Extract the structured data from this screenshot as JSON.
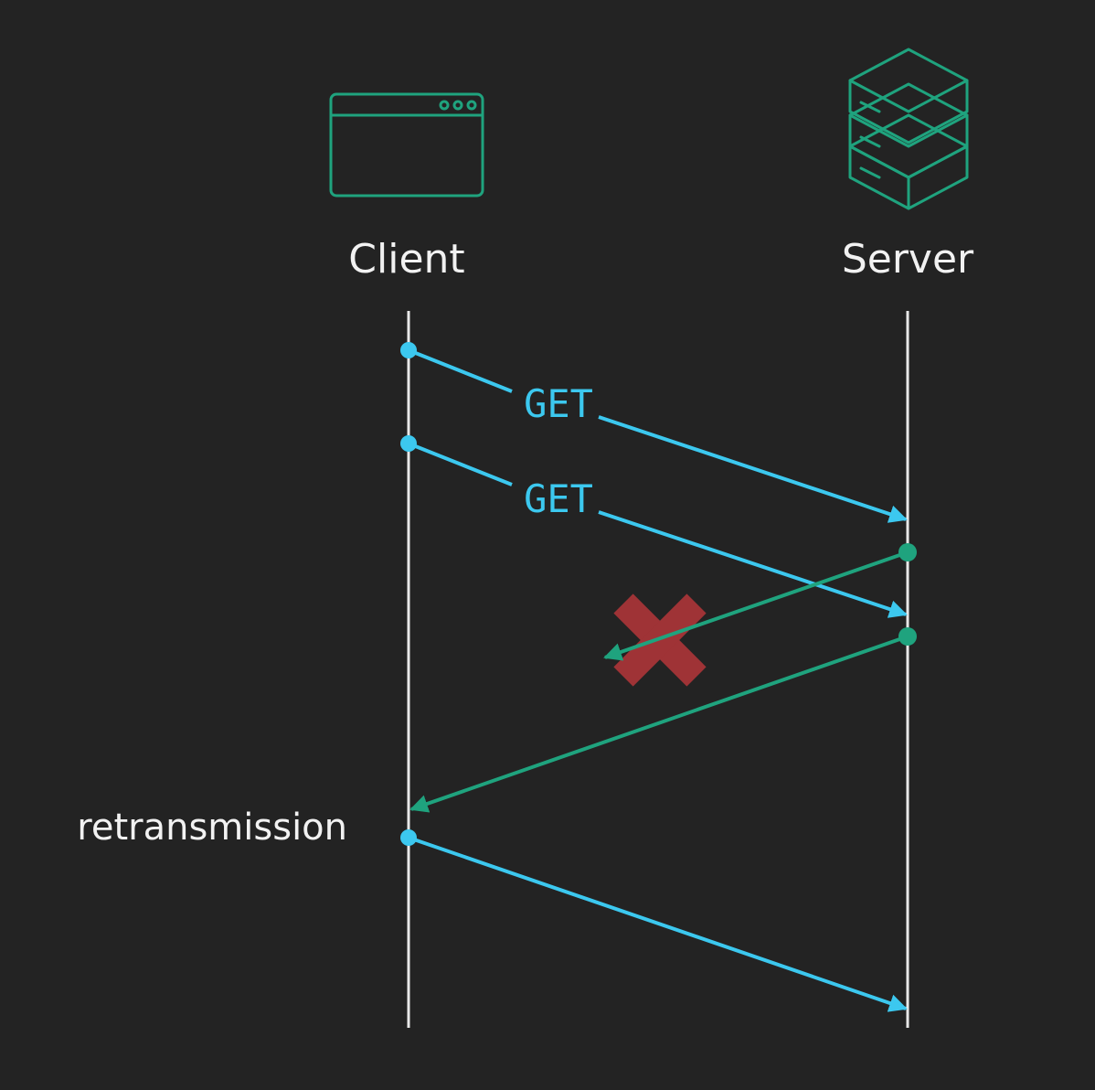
{
  "actors": {
    "client": {
      "label": "Client",
      "icon": "browser-window-icon"
    },
    "server": {
      "label": "Server",
      "icon": "server-stack-icon"
    }
  },
  "messages": [
    {
      "id": "get-1",
      "label": "GET",
      "direction": "client-to-server",
      "status": "delivered"
    },
    {
      "id": "get-2",
      "label": "GET",
      "direction": "client-to-server",
      "status": "delivered"
    },
    {
      "id": "response-1",
      "label": "",
      "direction": "server-to-client",
      "status": "lost"
    },
    {
      "id": "response-2",
      "label": "",
      "direction": "server-to-client",
      "status": "delivered"
    },
    {
      "id": "retransmit",
      "label": "",
      "direction": "client-to-server",
      "status": "delivered"
    }
  ],
  "annotations": {
    "retransmission": "retransmission",
    "lost_marker_icon": "x-cross-icon"
  },
  "colors": {
    "background": "#232323",
    "request": "#3cc8ef",
    "response": "#1fa37e",
    "lifeline": "#e8e8e8",
    "lost": "#b5363a",
    "text": "#f2f2f2"
  }
}
